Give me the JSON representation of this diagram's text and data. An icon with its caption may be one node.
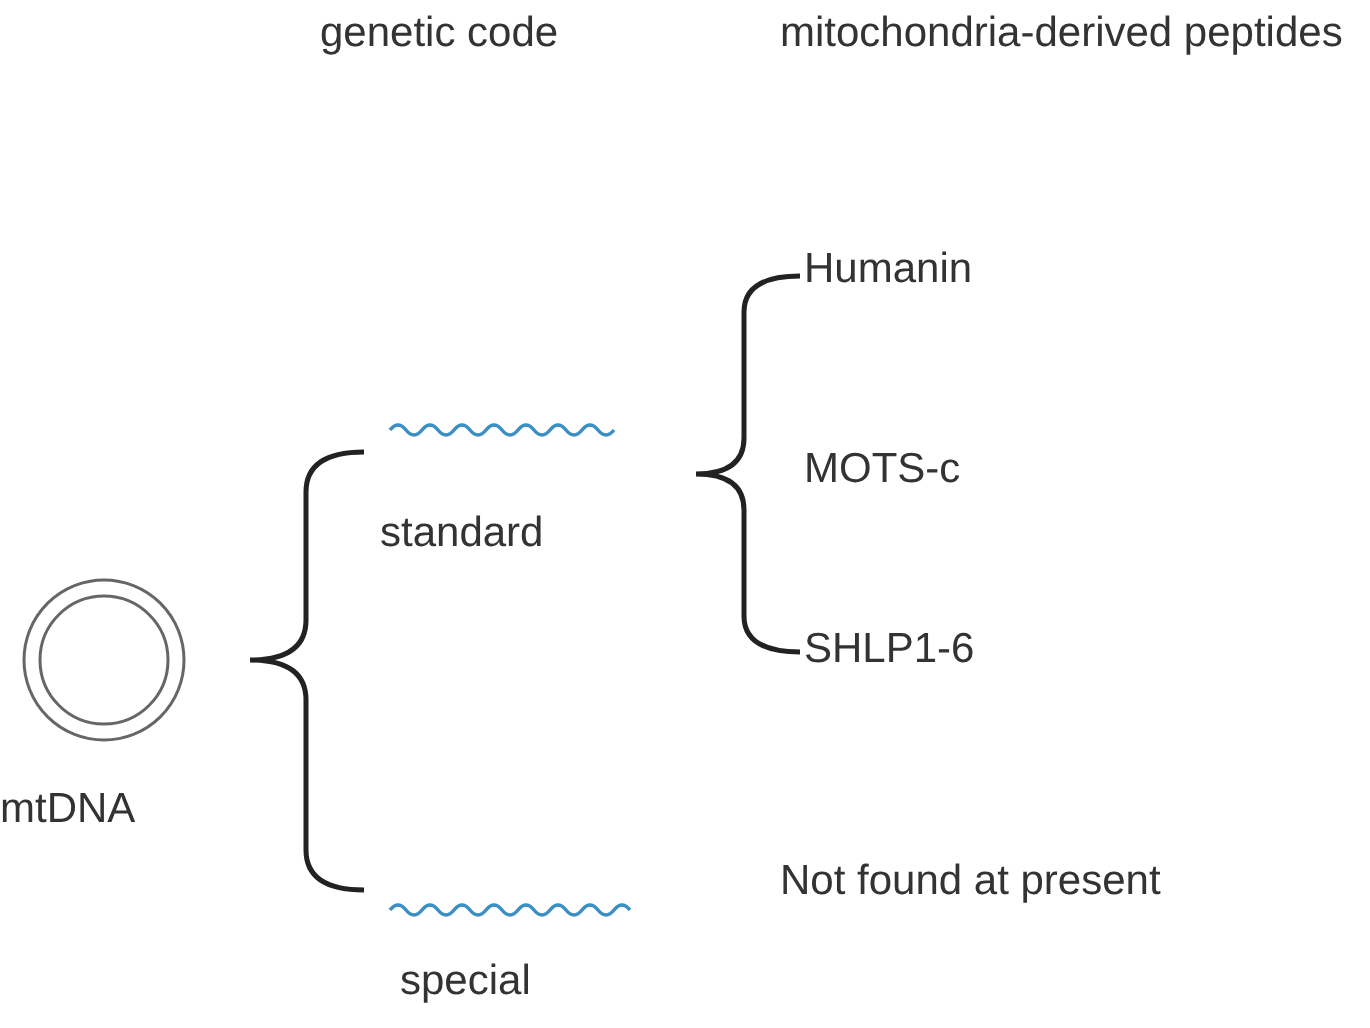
{
  "diagram": {
    "labels": [
      "genetic code",
      "mitochondria-derived peptides",
      "Humanin",
      "MOTS-c",
      "standard",
      "SHLP1-6",
      "mtDNA",
      "Not found at present",
      "special"
    ]
  }
}
